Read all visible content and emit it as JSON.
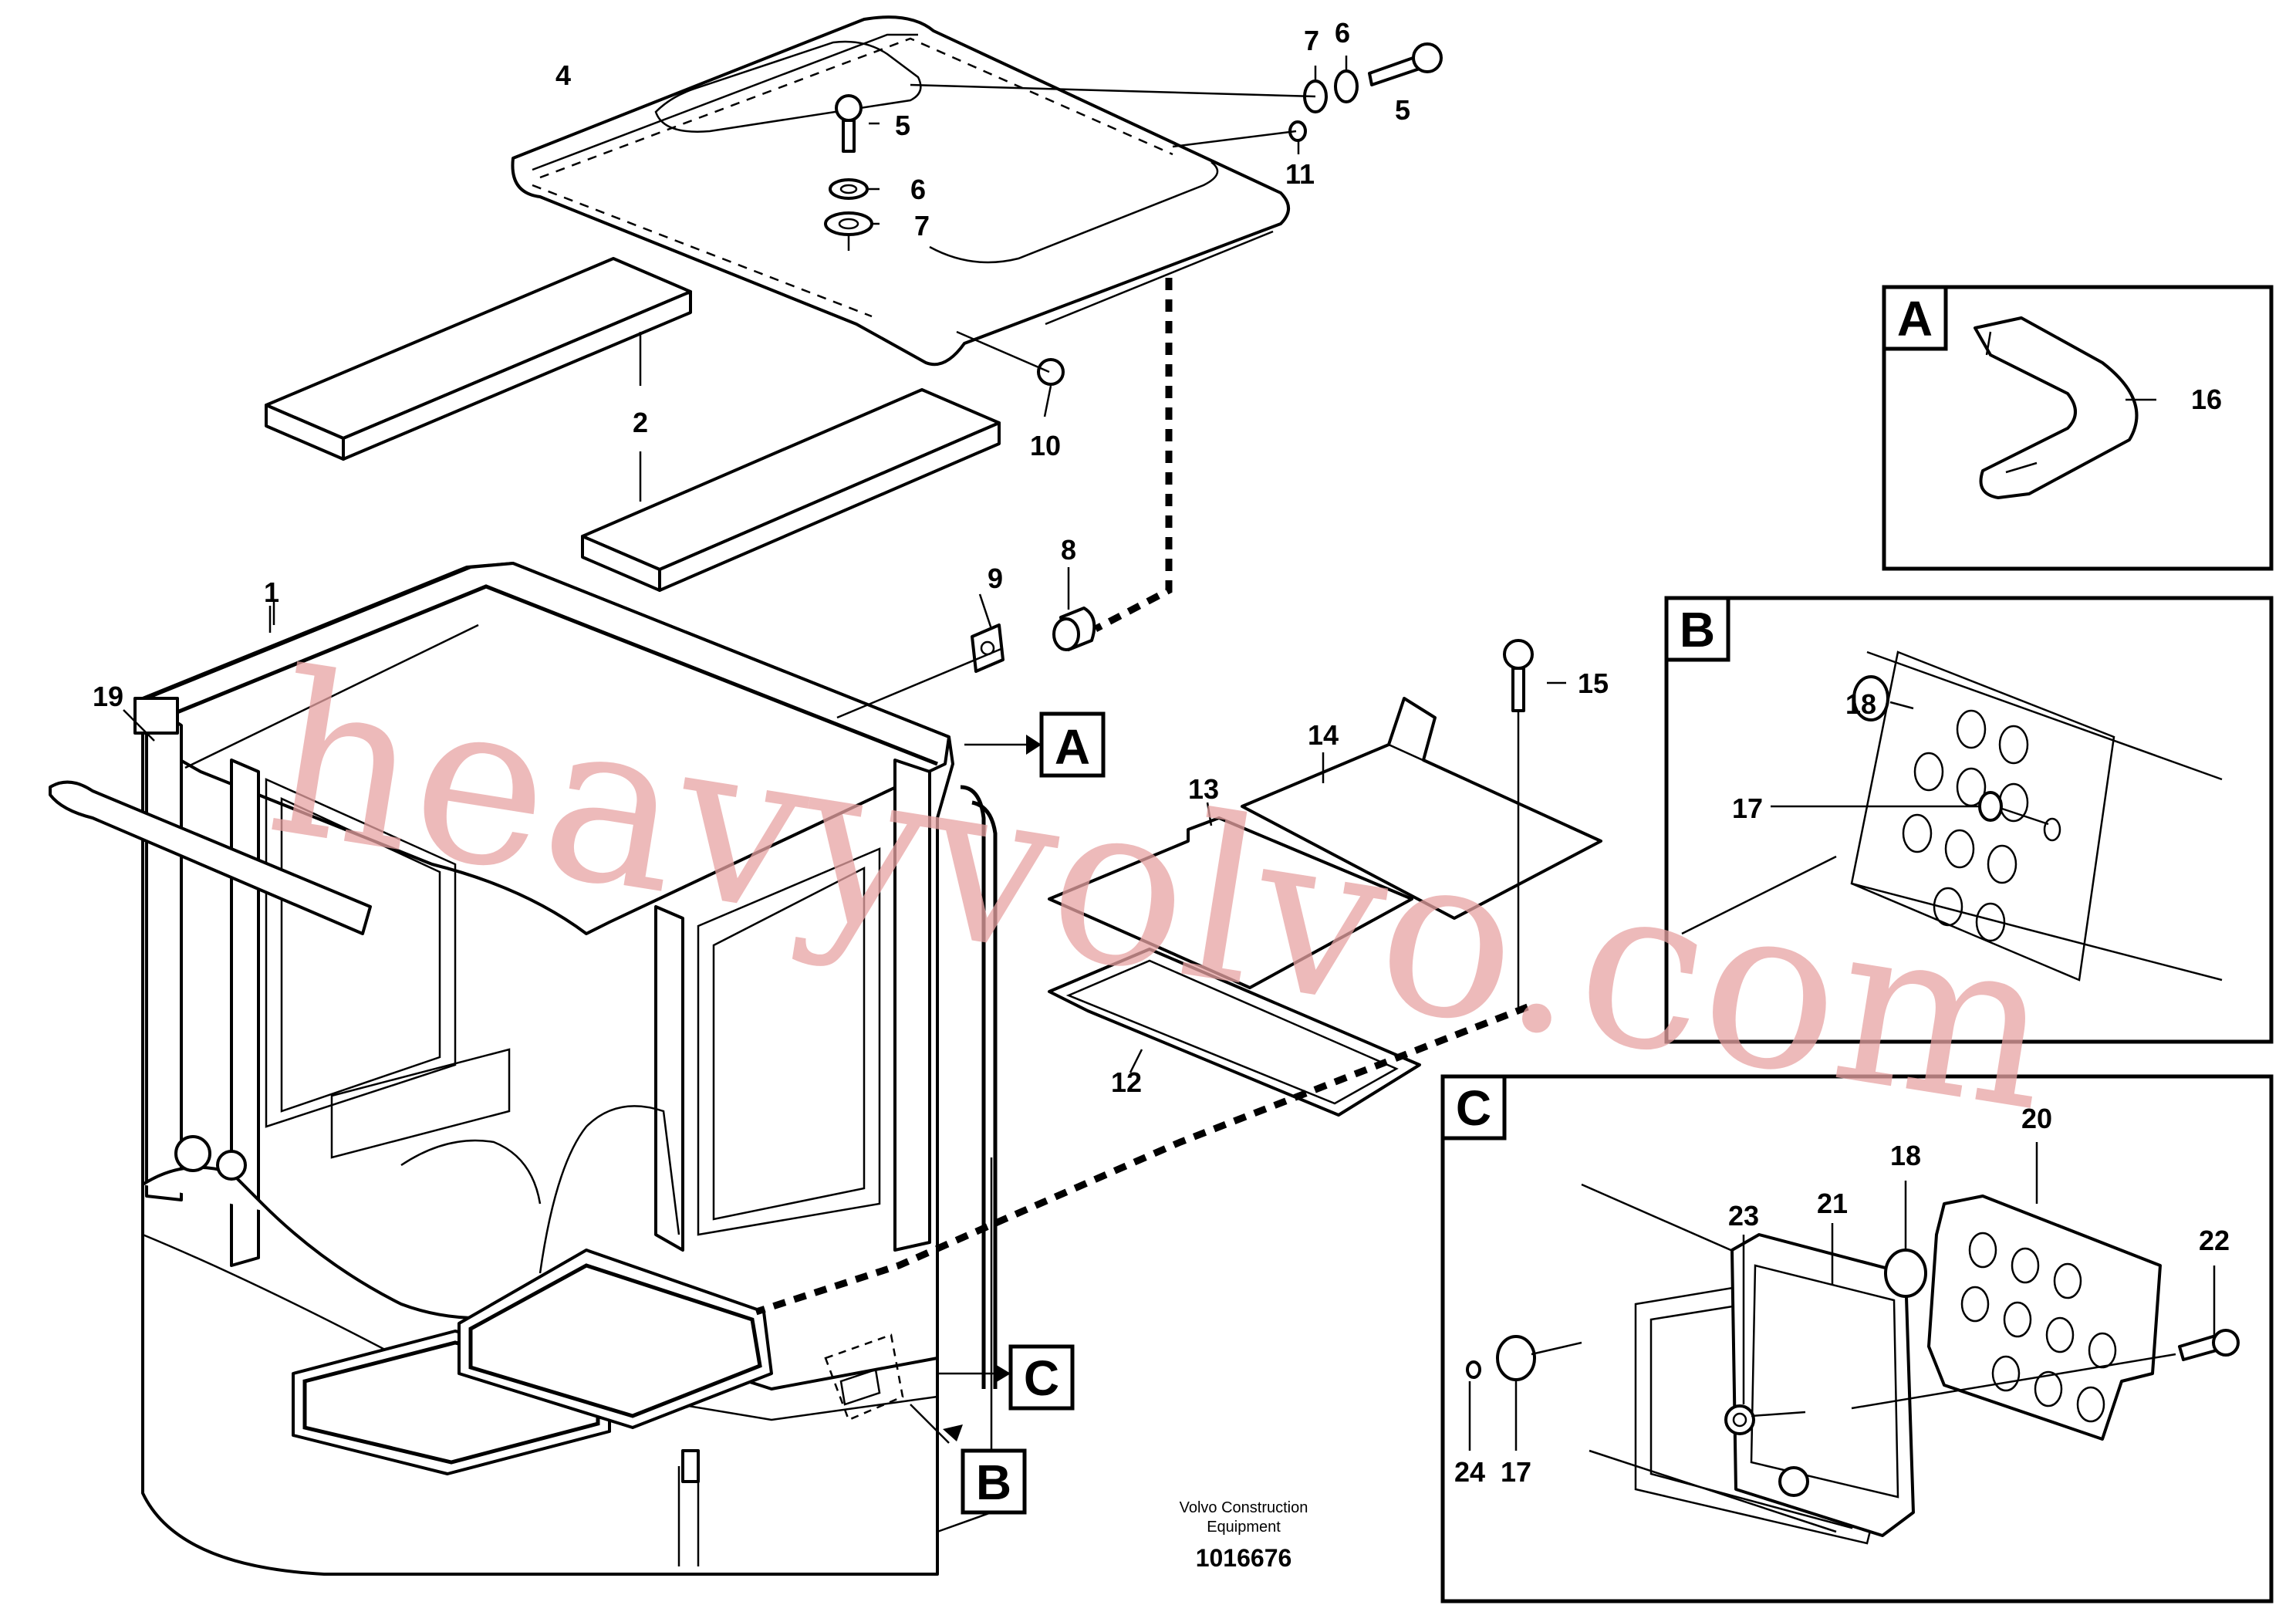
{
  "callouts": {
    "c1": "1",
    "c2": "2",
    "c4": "4",
    "c5a": "5",
    "c5b": "5",
    "c6a": "6",
    "c6b": "6",
    "c7a": "7",
    "c7b": "7",
    "c8": "8",
    "c9": "9",
    "c10": "10",
    "c11": "11",
    "c12": "12",
    "c13": "13",
    "c14": "14",
    "c15": "15",
    "c16": "16",
    "c17a": "17",
    "c17b": "17",
    "c18a": "18",
    "c18b": "18",
    "c19": "19",
    "c20": "20",
    "c21": "21",
    "c22": "22",
    "c23": "23",
    "c24": "24"
  },
  "detail_refs": {
    "a": "A",
    "b": "B",
    "c": "C"
  },
  "detail_boxes": {
    "a": "A",
    "b": "B",
    "c": "C"
  },
  "caption": {
    "line1": "Volvo Construction",
    "line2": "Equipment"
  },
  "document_number": "1016676",
  "watermark": "heavyvolvo.com",
  "colors": {
    "ink": "#000000",
    "watermark": "#e8a3a3",
    "background": "#ffffff"
  }
}
